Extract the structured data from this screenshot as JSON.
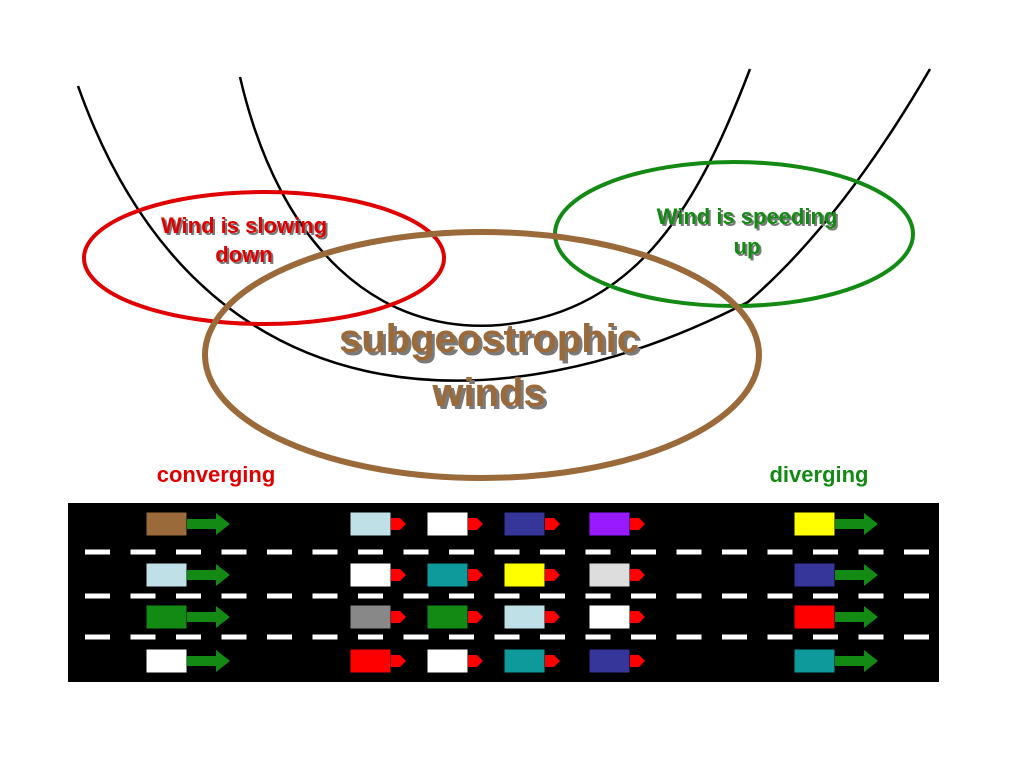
{
  "labels": {
    "slowing": [
      "Wind is slowing",
      "down"
    ],
    "speeding": [
      "Wind is speeding",
      "up"
    ],
    "subgeo": [
      "subgeostrophic",
      "winds"
    ],
    "converging": "converging",
    "diverging": "diverging"
  },
  "colors": {
    "slowing": "#e00000",
    "speeding": "#138a13",
    "subgeo": "#9b6a3b",
    "road": "#000000",
    "lane_marking": "#ffffff",
    "fast_arrow": "#138a13",
    "slow_arrow": "#ff0000",
    "curve": "#000000"
  },
  "traffic": {
    "lanes": [
      {
        "name": "lane-1",
        "cars": [
          {
            "color": "#9b6a3b",
            "arrow": "fast"
          },
          {
            "color": "#bfe0e6",
            "arrow": "slow"
          },
          {
            "color": "#ffffff",
            "arrow": "slow"
          },
          {
            "color": "#35359a",
            "arrow": "slow"
          },
          {
            "color": "#9a1aff",
            "arrow": "slow"
          },
          {
            "color": "#ffff00",
            "arrow": "fast"
          }
        ]
      },
      {
        "name": "lane-2",
        "cars": [
          {
            "color": "#bfe0e6",
            "arrow": "fast"
          },
          {
            "color": "#ffffff",
            "arrow": "slow"
          },
          {
            "color": "#0e9a9a",
            "arrow": "slow"
          },
          {
            "color": "#ffff00",
            "arrow": "slow"
          },
          {
            "color": "#dddddd",
            "arrow": "slow"
          },
          {
            "color": "#35359a",
            "arrow": "fast"
          }
        ]
      },
      {
        "name": "lane-3",
        "cars": [
          {
            "color": "#138a13",
            "arrow": "fast"
          },
          {
            "color": "#888888",
            "arrow": "slow"
          },
          {
            "color": "#138a13",
            "arrow": "slow"
          },
          {
            "color": "#bfe0e6",
            "arrow": "slow"
          },
          {
            "color": "#ffffff",
            "arrow": "slow"
          },
          {
            "color": "#ff0000",
            "arrow": "fast"
          }
        ]
      },
      {
        "name": "lane-4",
        "cars": [
          {
            "color": "#ffffff",
            "arrow": "fast"
          },
          {
            "color": "#ff0000",
            "arrow": "slow"
          },
          {
            "color": "#ffffff",
            "arrow": "slow"
          },
          {
            "color": "#0e9a9a",
            "arrow": "slow"
          },
          {
            "color": "#35359a",
            "arrow": "slow"
          },
          {
            "color": "#0e9a9a",
            "arrow": "fast"
          }
        ]
      }
    ]
  }
}
